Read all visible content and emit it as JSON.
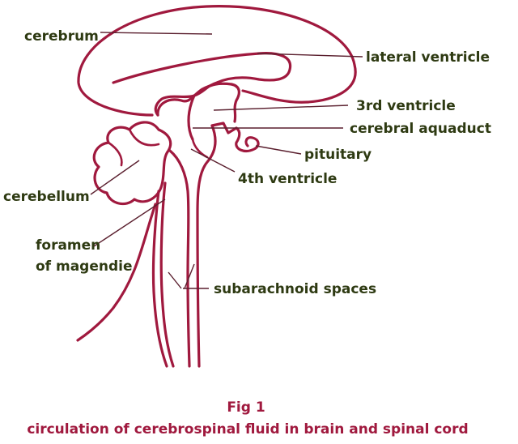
{
  "colors": {
    "anatomy": "#a0193e",
    "label_text": "#2e3a12",
    "leader": "#5a1f2e",
    "caption": "#a0193e"
  },
  "labels": {
    "cerebrum": "cerebrum",
    "lateral_ventricle": "lateral ventricle",
    "third_ventricle": "3rd ventricle",
    "cerebral_aquaduct": "cerebral aquaduct",
    "pituitary": "pituitary",
    "fourth_ventricle": "4th ventricle",
    "cerebellum": "cerebellum",
    "foramen_line1": "foramen",
    "foramen_line2": "of magendie",
    "subarachnoid_spaces": "subarachnoid spaces"
  },
  "caption": {
    "fig": "Fig 1",
    "text": "circulation of cerebrospinal fluid in brain and spinal cord"
  }
}
